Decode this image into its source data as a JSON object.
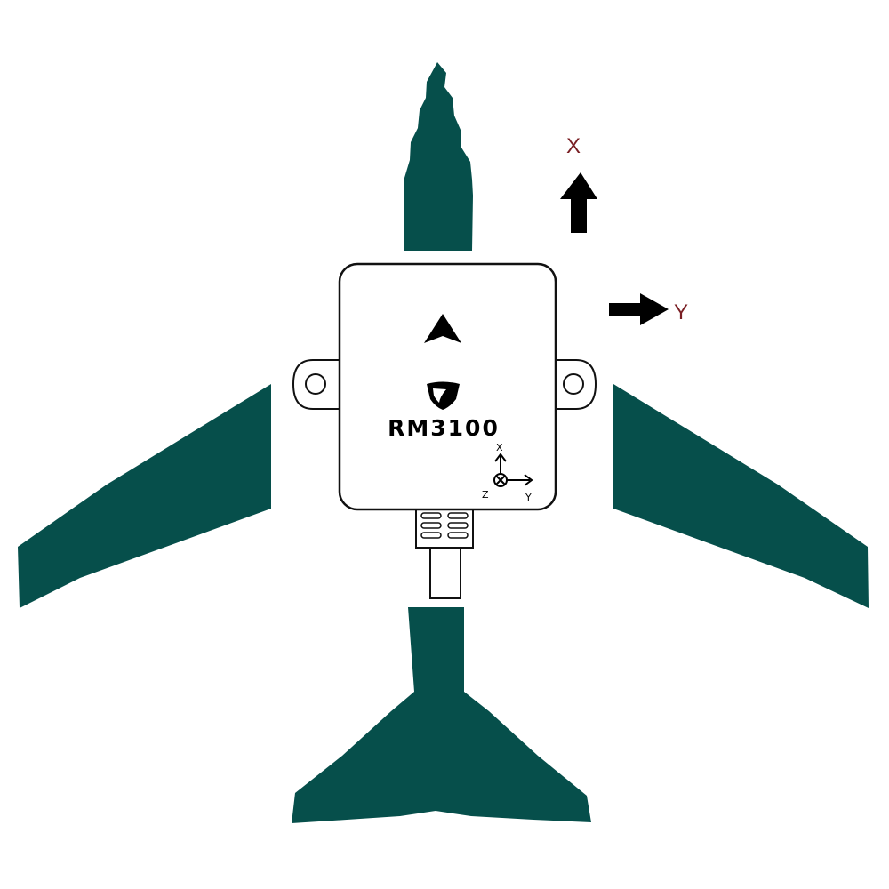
{
  "colors": {
    "aircraft": "#064f4b",
    "axis_label": "#7a1f24",
    "outline": "#111111",
    "arrow": "#000000",
    "background": "#ffffff"
  },
  "airframe_axes": {
    "forward_label": "X",
    "right_label": "Y"
  },
  "device": {
    "model": "RM3100",
    "direction_icon": "triangle-up-icon",
    "logo_icon": "shield-logo-icon",
    "axes": {
      "x_label": "X",
      "y_label": "Y",
      "z_label": "Z"
    }
  }
}
